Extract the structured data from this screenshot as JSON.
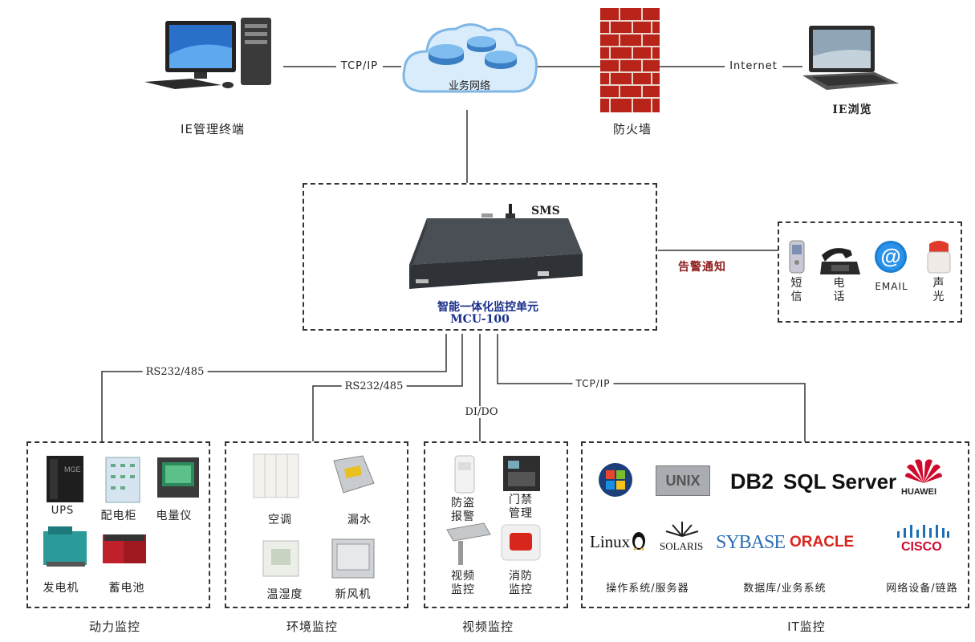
{
  "top": {
    "ie_terminal": "IE管理终端",
    "business_network": "业务网络",
    "firewall": "防火墙",
    "ie_browse": "IE浏览",
    "tcpip": "TCP/IP",
    "internet": "Internet"
  },
  "mcu": {
    "sms": "SMS",
    "name": "智能一体化监控单元",
    "model": "MCU-100"
  },
  "alarm": {
    "label": "告警通知",
    "items": [
      {
        "line1": "短",
        "line2": "信"
      },
      {
        "line1": "电",
        "line2": "话"
      },
      {
        "line1": "EMAIL",
        "line2": ""
      },
      {
        "line1": "声",
        "line2": "光"
      }
    ]
  },
  "links": {
    "rs485_a": "RS232/485",
    "rs485_b": "RS232/485",
    "dido": "DI/DO",
    "tcpip": "TCP/IP"
  },
  "power": {
    "title": "动力监控",
    "items": [
      "UPS",
      "配电柜",
      "电量仪",
      "发电机",
      "蓄电池"
    ]
  },
  "env": {
    "title": "环境监控",
    "items": [
      "空调",
      "漏水",
      "温湿度",
      "新风机"
    ]
  },
  "video": {
    "title": "视频监控",
    "items": [
      {
        "line1": "防盗",
        "line2": "报警"
      },
      {
        "line1": "门禁",
        "line2": "管理"
      },
      {
        "line1": "视频",
        "line2": "监控"
      },
      {
        "line1": "消防",
        "line2": "监控"
      }
    ]
  },
  "it": {
    "title": "IT监控",
    "captions": [
      "操作系统/服务器",
      "数据库/业务系统",
      "网络设备/链路"
    ],
    "logos": {
      "unix": "UNIX",
      "db2": "DB2",
      "sqlserver": "SQL Server",
      "huawei": "HUAWEI",
      "linux": "Linux",
      "solaris": "SOLARIS",
      "sybase": "SYBASE",
      "oracle": "ORACLE",
      "cisco": "CISCO"
    }
  },
  "colors": {
    "mcu_text": "#1a2f8a",
    "alarm_text": "#8b1a1a",
    "oracle_red": "#d9261c",
    "huawei_red": "#cf0a2c",
    "cisco_blue": "#1a6fb5",
    "firewall_red": "#b8231a"
  }
}
